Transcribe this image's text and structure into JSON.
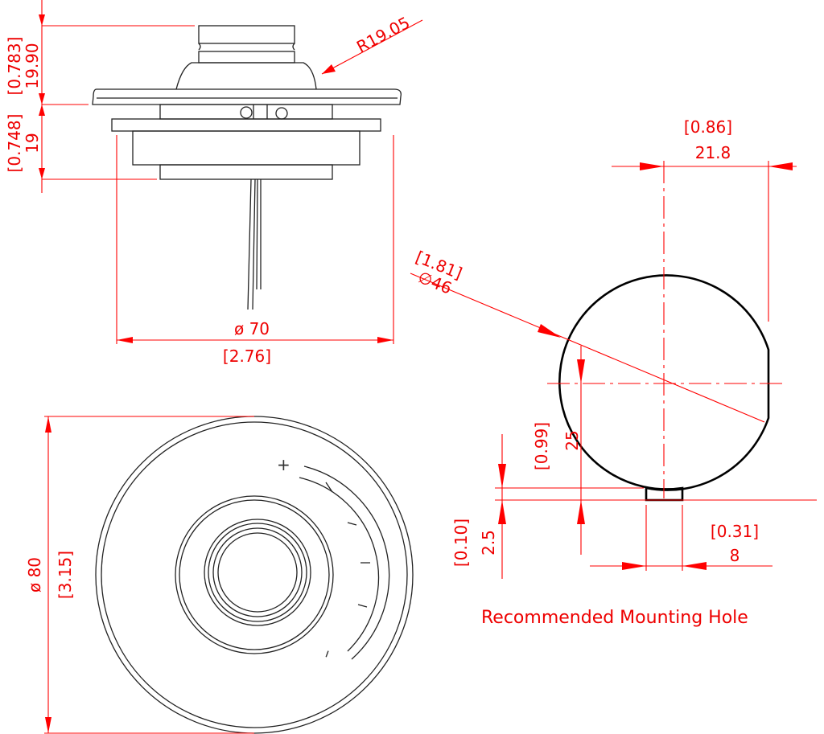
{
  "side_view": {
    "radius": "R19.05",
    "height_top_in": "[0.783]",
    "height_top_mm": "19.90",
    "height_bottom_in": "[0.748]",
    "height_bottom_mm": "19",
    "diameter_mm": "ø 70",
    "diameter_in": "[2.76]"
  },
  "top_view": {
    "diameter_mm": "ø 80",
    "diameter_in": "[3.15]",
    "plus_label": "+",
    "minus_label": "–"
  },
  "mounting_hole": {
    "title": "Recommended Mounting Hole",
    "flat_in": "[0.86]",
    "flat_mm": "21.8",
    "diameter_in": "[1.81]",
    "diameter_mm": "∅46",
    "center_in": "[0.99]",
    "center_mm": "25",
    "slot_depth_in": "[0.10]",
    "slot_depth_mm": "2.5",
    "slot_width_in": "[0.31]",
    "slot_width_mm": "8"
  }
}
